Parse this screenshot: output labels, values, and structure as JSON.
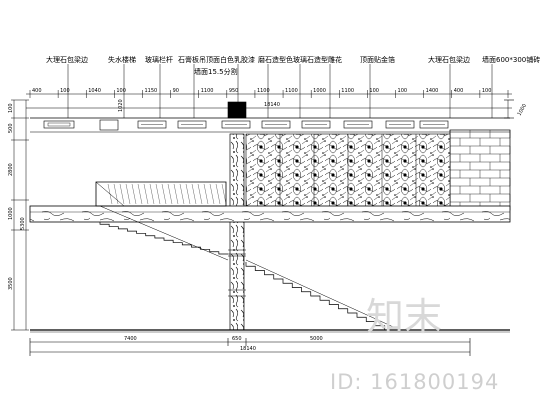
{
  "labels": {
    "marble_cornice_left": "大理石包梁边",
    "water_stair": "失水楼梯",
    "glass_rail": "玻璃栏杆",
    "gypsum_ceiling": "石膏板吊顶面白色乳胶漆",
    "frosted_glass": "磨石造型色玻璃石造型雕花",
    "ceiling_metal": "顶面贴金箔",
    "marble_cornice_right": "大理石包梁边",
    "wall_tile": "墙面600*300铺砖",
    "ceiling_height_note": "墙面15.5分割"
  },
  "dims_top": [
    "400",
    "100",
    "1040",
    "100",
    "1150",
    "90",
    "1100",
    "950",
    "1100",
    "1100",
    "1000",
    "1100",
    "100",
    "100",
    "1400",
    "400",
    "100"
  ],
  "dims_top_total": "18140",
  "dims_left": [
    "100",
    "500",
    "2800",
    "1000",
    "3500"
  ],
  "dims_left_total": "5300",
  "dims_right": [
    "1000"
  ],
  "dims_bottom": [
    "7400",
    "650",
    "5000"
  ],
  "dims_bottom_total": "18140",
  "dim_small_left": "1020",
  "watermark": {
    "logo": "知末",
    "id": "ID: 161800194"
  }
}
